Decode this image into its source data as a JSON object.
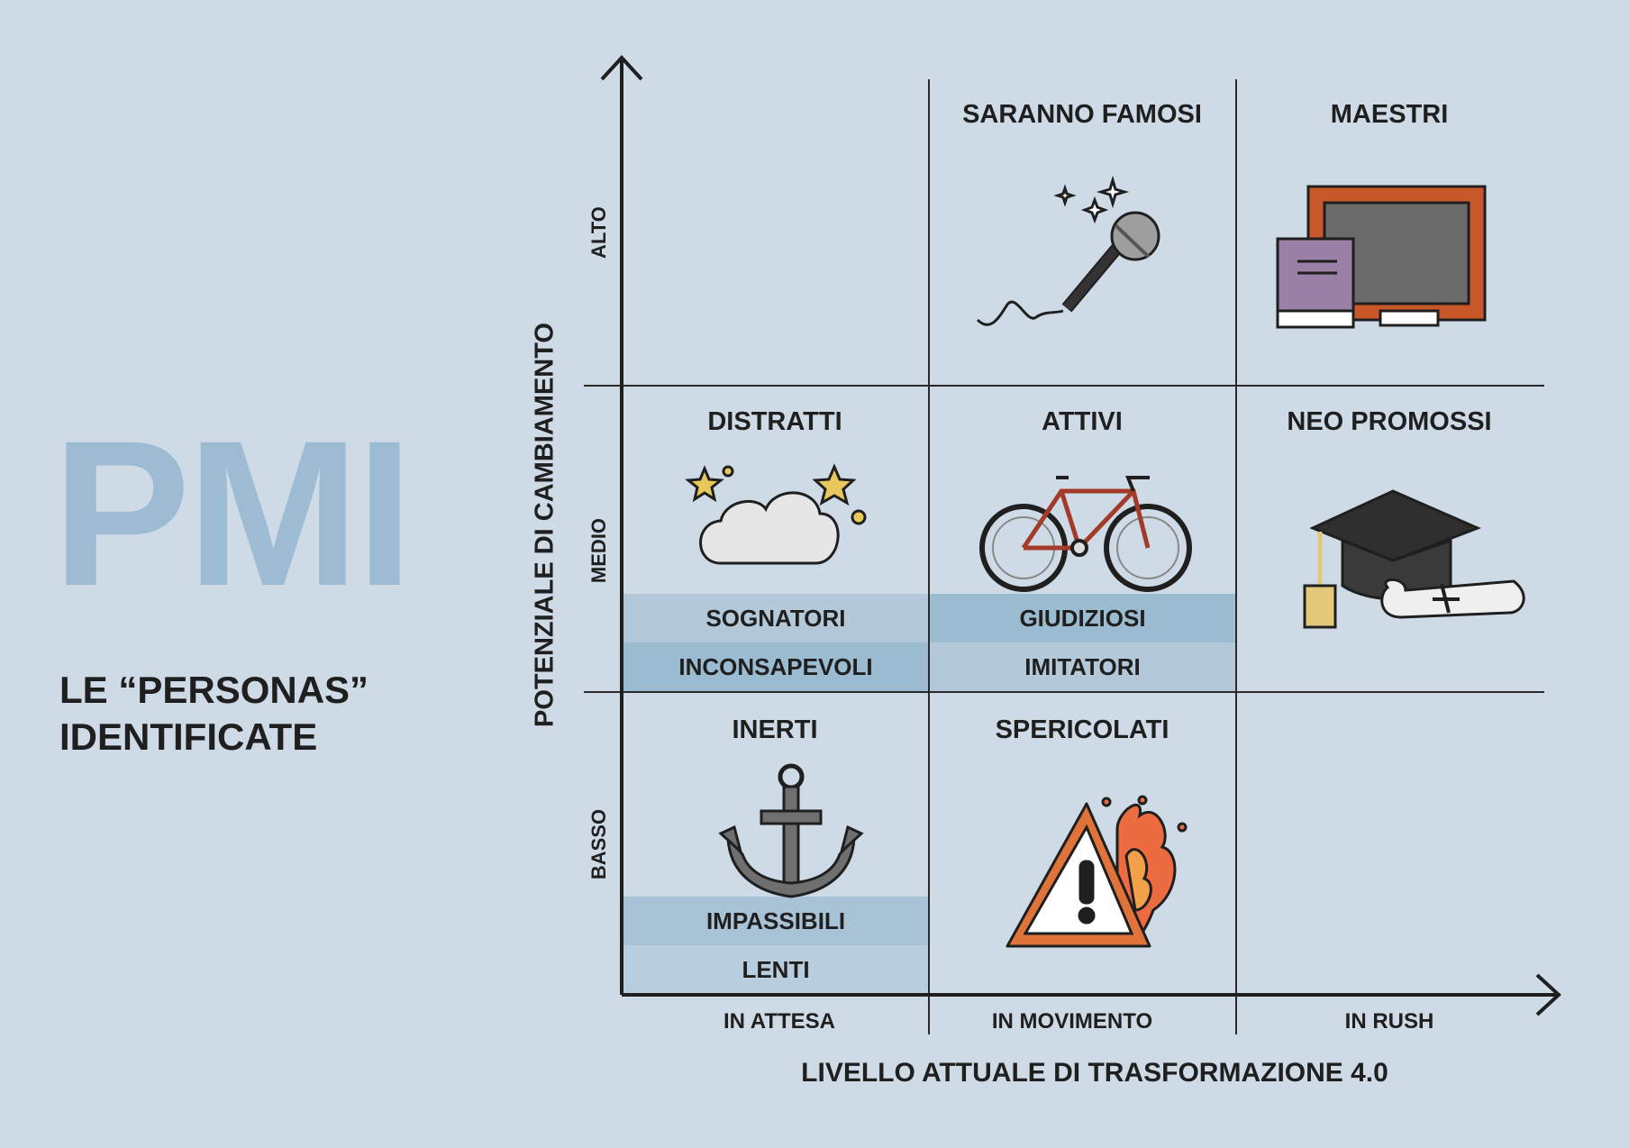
{
  "title": "PMI",
  "subtitle_line1": "LE “PERSONAS”",
  "subtitle_line2": "IDENTIFICATE",
  "y_axis": {
    "label": "POTENZIALE DI CAMBIAMENTO",
    "levels": [
      "ALTO",
      "MEDIO",
      "BASSO"
    ]
  },
  "x_axis": {
    "label": "LIVELLO ATTUALE DI TRASFORMAZIONE 4.0",
    "levels": [
      "IN ATTESA",
      "IN MOVIMENTO",
      "IN RUSH"
    ]
  },
  "cells": {
    "alto_movimento": {
      "title": "SARANNO FAMOSI",
      "icon": "microphone-icon"
    },
    "alto_rush": {
      "title": "MAESTRI",
      "icon": "blackboard-books-icon"
    },
    "medio_attesa": {
      "title": "DISTRATTI",
      "icon": "cloud-stars-icon",
      "bands": [
        "SOGNATORI",
        "INCONSAPEVOLI"
      ]
    },
    "medio_movimento": {
      "title": "ATTIVI",
      "icon": "bicycle-icon",
      "bands": [
        "GIUDIZIOSI",
        "IMITATORI"
      ]
    },
    "medio_rush": {
      "title": "NEO PROMOSSI",
      "icon": "graduation-cap-icon"
    },
    "basso_attesa": {
      "title": "INERTI",
      "icon": "anchor-icon",
      "bands": [
        "IMPASSIBILI",
        "LENTI"
      ]
    },
    "basso_movimento": {
      "title": "SPERICOLATI",
      "icon": "warning-fire-icon"
    }
  },
  "colors": {
    "background": "#cedbe6",
    "title": "#9dbbd2",
    "band_light": "#b3c9d9",
    "band_dark": "#9bbbd1",
    "text": "#1f1f1f"
  }
}
